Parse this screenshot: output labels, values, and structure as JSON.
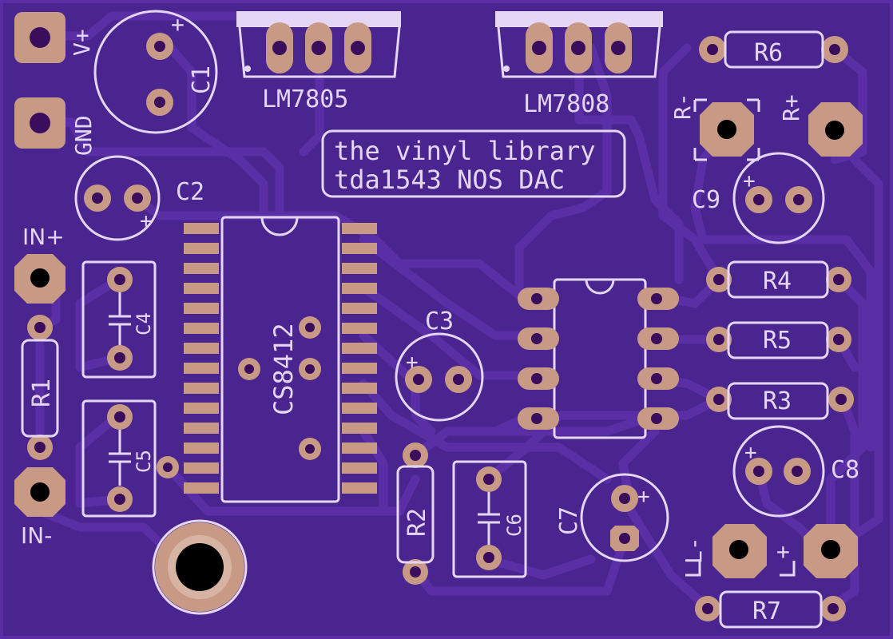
{
  "board": {
    "title_line1": "the vinyl library",
    "title_line2": "tda1543 NOS DAC",
    "colors": {
      "substrate": "#4a2590",
      "copper": "#5a2fa6",
      "pad": "#c89a86",
      "silk": "#e4d6f4"
    }
  },
  "connectors": {
    "vplus": "V+",
    "gnd": "GND",
    "in_plus": "IN+",
    "in_minus": "IN-",
    "r_minus": "R-",
    "r_plus": "R+",
    "l_minus": "L-",
    "l_plus": "L+"
  },
  "regulators": {
    "u1": "LM7805",
    "u2": "LM7808"
  },
  "ics": {
    "receiver": "CS8412"
  },
  "resistors": {
    "r1": "R1",
    "r2": "R2",
    "r3": "R3",
    "r4": "R4",
    "r5": "R5",
    "r6": "R6",
    "r7": "R7"
  },
  "capacitors": {
    "c1": "C1",
    "c2": "C2",
    "c3": "C3",
    "c4": "C4",
    "c5": "C5",
    "c6": "C6",
    "c7": "C7",
    "c8": "C8",
    "c9": "C9"
  },
  "polarity_mark": "+"
}
